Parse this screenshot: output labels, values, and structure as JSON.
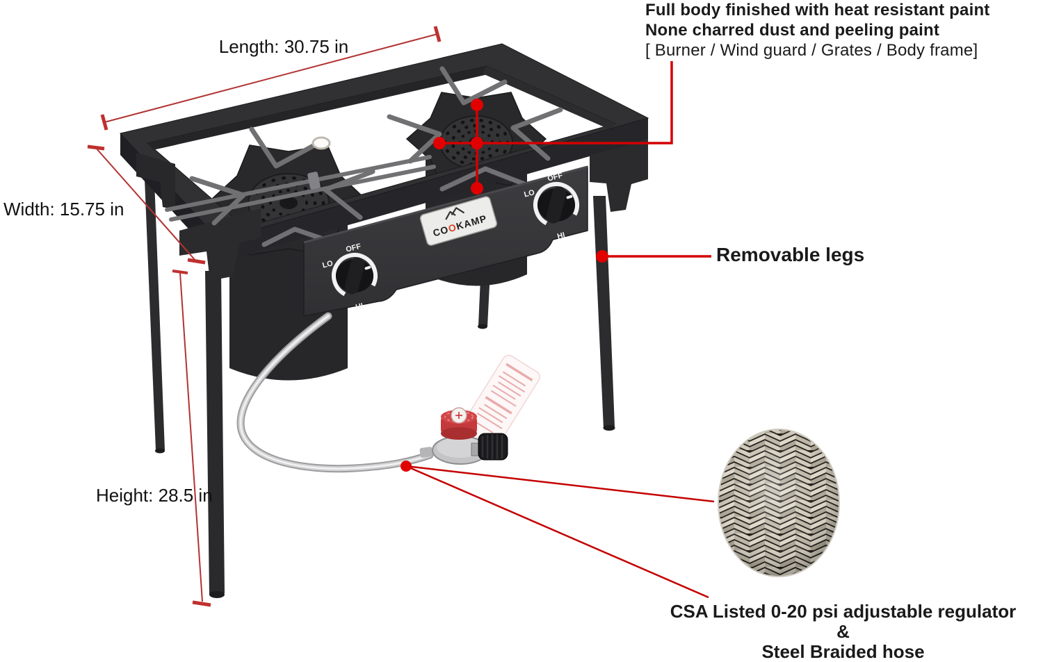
{
  "annotations": {
    "top_note": {
      "line1": "Full body finished with heat resistant paint",
      "line2": "None charred dust and peeling paint",
      "line3": "[ Burner / Wind guard / Grates / Body frame]"
    },
    "dimensions": {
      "length": "Length: 30.75 in",
      "width": "Width: 15.75 in",
      "height": "Height: 28.5 in"
    },
    "removable_legs": "Removable legs",
    "regulator_note": {
      "line1": "CSA Listed 0-20 psi adjustable regulator",
      "line2": "&",
      "line3": "Steel Braided hose"
    }
  },
  "product": {
    "brand": {
      "pre": "CO",
      "accent": "O",
      "post": "KAMP"
    },
    "knob": {
      "off": "OFF",
      "lo": "LO",
      "hi": "HI"
    }
  },
  "colors": {
    "annotation_red": "#d40000",
    "dimension_red": "#b23333",
    "stove_black": "#2e2e30",
    "grate_gray": "#717174",
    "regulator_red": "#c4393b",
    "hose_silver": "#c9c9c9",
    "braid_light": "#d6d0c2",
    "braid_dark": "#221f1a",
    "background": "#ffffff"
  }
}
